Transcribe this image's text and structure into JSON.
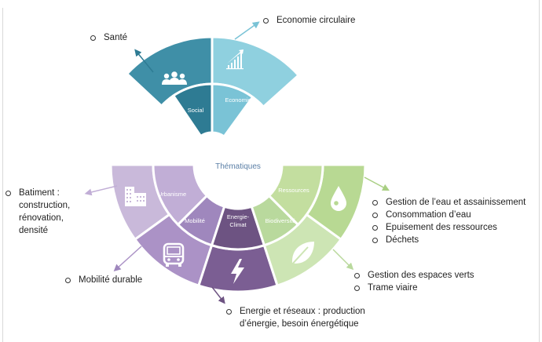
{
  "top_wheel": {
    "segments": {
      "social": "Social",
      "economie": "Economie"
    }
  },
  "bottom_wheel": {
    "title": "Thématiques",
    "segments": {
      "urbanisme": "Urbanisme",
      "ressources": "Ressources",
      "mobilite": "Mobilité",
      "energie_l1": "Energie-",
      "energie_l2": "Climat",
      "biodiversite": "Biodiversité"
    }
  },
  "notes": {
    "sante": [
      "Santé"
    ],
    "economie_circulaire": [
      "Economie circulaire"
    ],
    "batiment": [
      "Batiment : construction, rénovation, densité"
    ],
    "mobilite_durable": [
      "Mobilité durable"
    ],
    "energie": [
      "Energie et réseaux : production d’énergie, besoin énergétique"
    ],
    "biodiversite": [
      "Gestion des espaces verts",
      "Trame viaire"
    ],
    "ressources": [
      "Gestion de l’eau et assainissement",
      "Consommation d’eau",
      "Epuisement des ressources",
      "Déchets"
    ]
  },
  "colors": {
    "social_outer": "#3f8fa7",
    "social_inner": "#2e7b93",
    "economie_outer": "#8fd0df",
    "economie_inner": "#7ac3d6",
    "urbanisme_outer": "#c9b9da",
    "urbanisme_inner": "#c1aed6",
    "mobilite_outer": "#ab92c6",
    "mobilite_inner": "#9f87bd",
    "energie_outer": "#7b5e93",
    "energie_inner": "#6d5382",
    "biodiv_outer": "#cde5b4",
    "biodiv_inner": "#b9d99d",
    "ressources_outer": "#b8d993",
    "ressources_inner": "#c3de9f",
    "title": "#5b7fa6"
  }
}
